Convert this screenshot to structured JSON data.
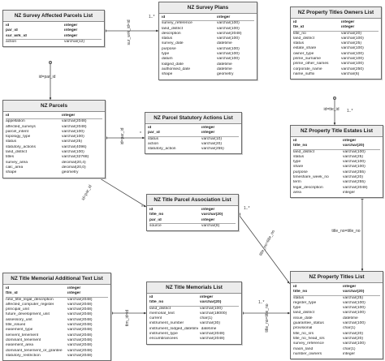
{
  "entities": [
    {
      "id": "survey_affected",
      "title": "NZ Survey Affected Parcels List",
      "columns": [
        {
          "name": "id",
          "type": "integer",
          "key": true
        },
        {
          "name": "par_id",
          "type": "integer",
          "key": true
        },
        {
          "name": "sur_wrk_id",
          "type": "integer",
          "key": true
        },
        {
          "name": "action",
          "type": "varchar(12)"
        }
      ]
    },
    {
      "id": "survey_plans",
      "title": "NZ Survey Plans",
      "columns": [
        {
          "name": "id",
          "type": "integer",
          "key": true
        },
        {
          "name": "survey_reference",
          "type": "varchar(100)"
        },
        {
          "name": "land_district",
          "type": "varchar(100)"
        },
        {
          "name": "description",
          "type": "varchar(2048)"
        },
        {
          "name": "status",
          "type": "varchar(100)"
        },
        {
          "name": "survey_date",
          "type": "datetime"
        },
        {
          "name": "purpose",
          "type": "varchar(100)"
        },
        {
          "name": "type",
          "type": "varchar(100)"
        },
        {
          "name": "datum",
          "type": "varchar(100)"
        },
        {
          "name": "lodged_date",
          "type": "datetime"
        },
        {
          "name": "authorised_date",
          "type": "datetime"
        },
        {
          "name": "shape",
          "type": "geometry"
        }
      ]
    },
    {
      "id": "owners",
      "title": "NZ Property Titles Owners List",
      "columns": [
        {
          "name": "id",
          "type": "integer",
          "key": true
        },
        {
          "name": "tte_id",
          "type": "integer",
          "key": true
        },
        {
          "name": "title_no",
          "type": "varchar(20)"
        },
        {
          "name": "land_district",
          "type": "varchar(100)"
        },
        {
          "name": "status",
          "type": "varchar(25)"
        },
        {
          "name": "estate_share",
          "type": "varchar(100)"
        },
        {
          "name": "owner_type",
          "type": "varchar(100)"
        },
        {
          "name": "prime_surname",
          "type": "varchar(100)"
        },
        {
          "name": "prime_other_names",
          "type": "varchar(100)"
        },
        {
          "name": "corporate_name",
          "type": "varchar(250)"
        },
        {
          "name": "name_suffix",
          "type": "varchar(6)"
        }
      ]
    },
    {
      "id": "parcels",
      "title": "NZ Parcels",
      "columns": [
        {
          "name": "id",
          "type": "integer",
          "key": true
        },
        {
          "name": "appellation",
          "type": "varchar(2048)"
        },
        {
          "name": "affected_surveys",
          "type": "varchar(2048)"
        },
        {
          "name": "parcel_intent",
          "type": "varchar(100)"
        },
        {
          "name": "topology_type",
          "type": "varchar(100)"
        },
        {
          "name": "status",
          "type": "varchar(25)"
        },
        {
          "name": "statutory_actions",
          "type": "varchar(4096)"
        },
        {
          "name": "land_district",
          "type": "varchar(100)"
        },
        {
          "name": "titles",
          "type": "varchar(32768)"
        },
        {
          "name": "survey_area",
          "type": "decimal(20,4)"
        },
        {
          "name": "calc_area",
          "type": "decimal(20,0)"
        },
        {
          "name": "shape",
          "type": "geometry"
        }
      ]
    },
    {
      "id": "statutory",
      "title": "NZ Parcel Statutory Actions List",
      "columns": [
        {
          "name": "id",
          "type": "integer",
          "key": true
        },
        {
          "name": "par_id",
          "type": "integer",
          "key": true
        },
        {
          "name": "status",
          "type": "varchar(10)"
        },
        {
          "name": "action",
          "type": "varchar(20)"
        },
        {
          "name": "statutory_action",
          "type": "varchar(255)"
        }
      ]
    },
    {
      "id": "estates",
      "title": "NZ Property Title Estates List",
      "columns": [
        {
          "name": "id",
          "type": "integer",
          "key": true
        },
        {
          "name": "title_no",
          "type": "varchar(20)",
          "key": true
        },
        {
          "name": "land_district",
          "type": "varchar(100)"
        },
        {
          "name": "status",
          "type": "varchar(25)"
        },
        {
          "name": "type",
          "type": "varchar(100)"
        },
        {
          "name": "share",
          "type": "varchar(100)"
        },
        {
          "name": "purpose",
          "type": "varchar(255)"
        },
        {
          "name": "timeshare_week_no",
          "type": "varchar(20)"
        },
        {
          "name": "term",
          "type": "varchar(255)"
        },
        {
          "name": "legal_description",
          "type": "varchar(2048)"
        },
        {
          "name": "area",
          "type": "integer"
        }
      ]
    },
    {
      "id": "association",
      "title": "NZ Title Parcel Association List",
      "columns": [
        {
          "name": "id",
          "type": "integer",
          "key": true
        },
        {
          "name": "title_no",
          "type": "varchar(20)",
          "key": true
        },
        {
          "name": "par_id",
          "type": "integer",
          "key": true
        },
        {
          "name": "source",
          "type": "varchar(8)"
        }
      ]
    },
    {
      "id": "additional_text",
      "title": "NZ Title Memorial Additional Text List",
      "columns": [
        {
          "name": "id",
          "type": "integer",
          "key": true
        },
        {
          "name": "ttm_id",
          "type": "integer",
          "key": true
        },
        {
          "name": "new_title_legal_description",
          "type": "varchar(2048)"
        },
        {
          "name": "affected_computer_register",
          "type": "varchar(2048)"
        },
        {
          "name": "principal_unit",
          "type": "varchar(2048)"
        },
        {
          "name": "future_development_unit",
          "type": "varchar(2048)"
        },
        {
          "name": "assessory_unit",
          "type": "varchar(2048)"
        },
        {
          "name": "title_issued",
          "type": "varchar(2048)"
        },
        {
          "name": "easement_type",
          "type": "varchar(2048)"
        },
        {
          "name": "servient_tenement",
          "type": "varchar(2048)"
        },
        {
          "name": "dominant_tenement",
          "type": "varchar(2048)"
        },
        {
          "name": "easement_area",
          "type": "varchar(2048)"
        },
        {
          "name": "dominant_tenement_or_grantee",
          "type": "varchar(2048)"
        },
        {
          "name": "statutory_restriction",
          "type": "varchar(2048)"
        }
      ]
    },
    {
      "id": "memorials",
      "title": "NZ Title Memorials List",
      "columns": [
        {
          "name": "id",
          "type": "integer",
          "key": true
        },
        {
          "name": "title_no",
          "type": "varchar(20)",
          "key": true
        },
        {
          "name": "land_district",
          "type": "varchar(100)"
        },
        {
          "name": "memorial_text",
          "type": "varchar(18000)"
        },
        {
          "name": "current",
          "type": "char(1)"
        },
        {
          "name": "instrument_number",
          "type": "varchar(30)"
        },
        {
          "name": "instrument_lodged_datetime",
          "type": "datetime"
        },
        {
          "name": "instrument_type",
          "type": "varchar(2048)"
        },
        {
          "name": "encumbrancees",
          "type": "varchar(2048)"
        }
      ]
    },
    {
      "id": "titles",
      "title": "NZ Property Titles List",
      "columns": [
        {
          "name": "id",
          "type": "integer",
          "key": true
        },
        {
          "name": "title_no",
          "type": "varchar(20)",
          "key": true
        },
        {
          "name": "status",
          "type": "varchar(25)"
        },
        {
          "name": "register_type",
          "type": "varchar(100)"
        },
        {
          "name": "type",
          "type": "varchar(100)"
        },
        {
          "name": "land_district",
          "type": "varchar(100)"
        },
        {
          "name": "issue_date",
          "type": "datetime"
        },
        {
          "name": "guarantee_status",
          "type": "varchar(100)"
        },
        {
          "name": "provisional",
          "type": "char(1)"
        },
        {
          "name": "title_no_srs",
          "type": "varchar(20)"
        },
        {
          "name": "title_no_head_srs",
          "type": "varchar(20)"
        },
        {
          "name": "survey_reference",
          "type": "varchar(100)"
        },
        {
          "name": "maori_land",
          "type": "char(1)"
        },
        {
          "name": "number_owners",
          "type": "integer"
        }
      ]
    }
  ],
  "relationships": [
    {
      "id": "sap_sp",
      "label": "sur_wrk_id=id",
      "card_from": "1..*",
      "card_to": ""
    },
    {
      "id": "sap_par",
      "label": "id=par_id",
      "card_from": "",
      "card_to": ""
    },
    {
      "id": "stat_par",
      "label": "id=par_id",
      "card_from": "*",
      "card_to": ""
    },
    {
      "id": "assoc_par",
      "label": "id=par_id",
      "card_from": "*",
      "card_to": ""
    },
    {
      "id": "own_est",
      "label": "id=tte_id",
      "card_from": "1..*",
      "card_to": ""
    },
    {
      "id": "est_tit",
      "label": "title_no=title_no",
      "card_from": "",
      "card_to": ""
    },
    {
      "id": "assoc_tit",
      "label": "title_no=title_no",
      "card_from": "1..*",
      "card_to": ""
    },
    {
      "id": "add_mem",
      "label": "ttm_id=id",
      "card_from": "*",
      "card_to": ""
    },
    {
      "id": "mem_tit",
      "label": "title_no=title_no",
      "card_from": "1..*",
      "card_to": ""
    }
  ]
}
